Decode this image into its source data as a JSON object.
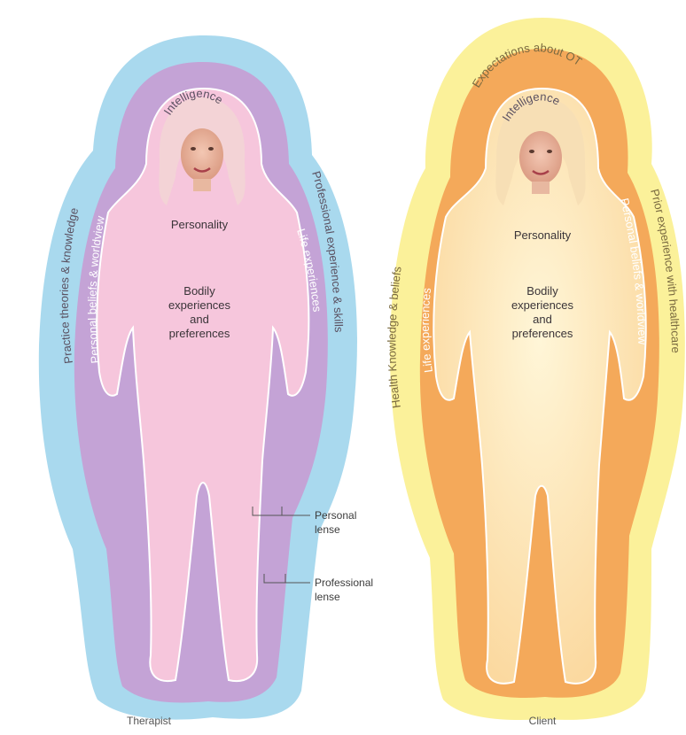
{
  "therapist": {
    "caption": "Therapist",
    "head_label": "Intelligence",
    "personality_label": "Personality",
    "bodily_lines": [
      "Bodily",
      "experiences",
      "and",
      "preferences"
    ],
    "outer_left": "Practice theories & knowledge",
    "outer_right": "Professional experience & skills",
    "inner_left": "Personal beliefs & worldview",
    "inner_right": "Life experiences",
    "colors": {
      "outer": "#a9d9ee",
      "middle": "#c4a3d6",
      "body": "#f6c6dc"
    }
  },
  "client": {
    "caption": "Client",
    "head_label": "Intelligence",
    "personality_label": "Personality",
    "bodily_lines": [
      "Bodily",
      "experiences",
      "and",
      "preferences"
    ],
    "outer_top": "Expectations about OT",
    "outer_left": "Health Knowledge & beliefs",
    "outer_right": "Prior experience with healthcare",
    "inner_left": "Life experiences",
    "inner_right": "Personal beliefs & worldview",
    "colors": {
      "outer": "#fbf19a",
      "middle": "#f4a95a",
      "body": "#fbdcaa"
    }
  },
  "callouts": {
    "personal_lines": [
      "Personal",
      "lense"
    ],
    "professional_lines": [
      "Professional",
      "lense"
    ]
  }
}
